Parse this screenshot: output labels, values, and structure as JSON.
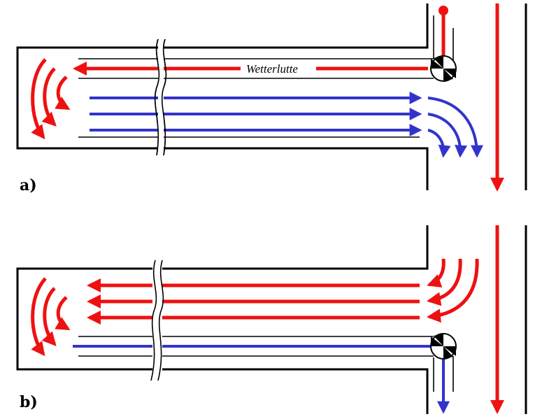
{
  "panels": [
    {
      "label": "a)",
      "duct_label": "Wetterlutte"
    },
    {
      "label": "b)"
    }
  ],
  "colors": {
    "fresh_air": "#ee1111",
    "exhaust_air": "#3333cc",
    "walls": "#000000"
  },
  "icon_names": [
    "fan-icon",
    "lamp-icon"
  ]
}
